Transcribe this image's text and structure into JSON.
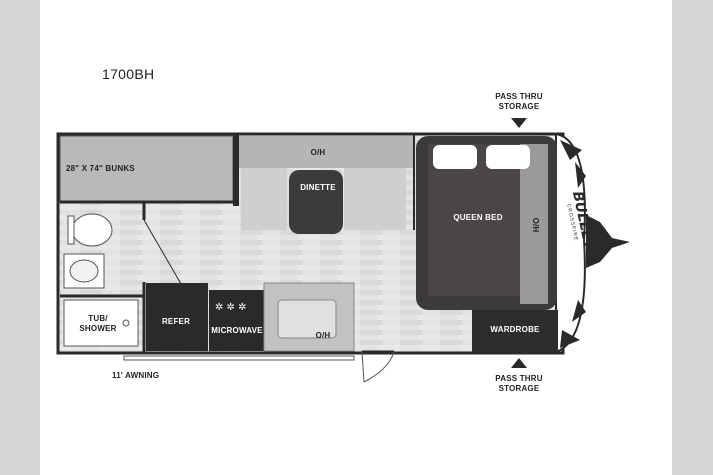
{
  "model": "1700BH",
  "labels": {
    "pass_thru_top_1": "PASS THRU",
    "pass_thru_top_2": "STORAGE",
    "pass_thru_bottom_1": "PASS THRU",
    "pass_thru_bottom_2": "STORAGE",
    "bunks": "28\" X 74\" BUNKS",
    "oh_dinette": "O/H",
    "dinette": "DINETTE",
    "queen_bed": "QUEEN BED",
    "oh_bed": "O/H",
    "tub": "TUB/",
    "shower": "SHOWER",
    "refer": "REFER",
    "microwave": "MICROWAVE",
    "oh_kitchen": "O/H",
    "wardrobe": "WARDROBE",
    "awning": "11' AWNING",
    "brand": "BULLET",
    "brand_sub": "CROSSFIRE"
  },
  "colors": {
    "dark": "#3d3a3c",
    "wall": "#2a2a2a",
    "floor": "#dcdcdc",
    "bed": "#4a4648",
    "light_gray": "#c9c9c9"
  }
}
